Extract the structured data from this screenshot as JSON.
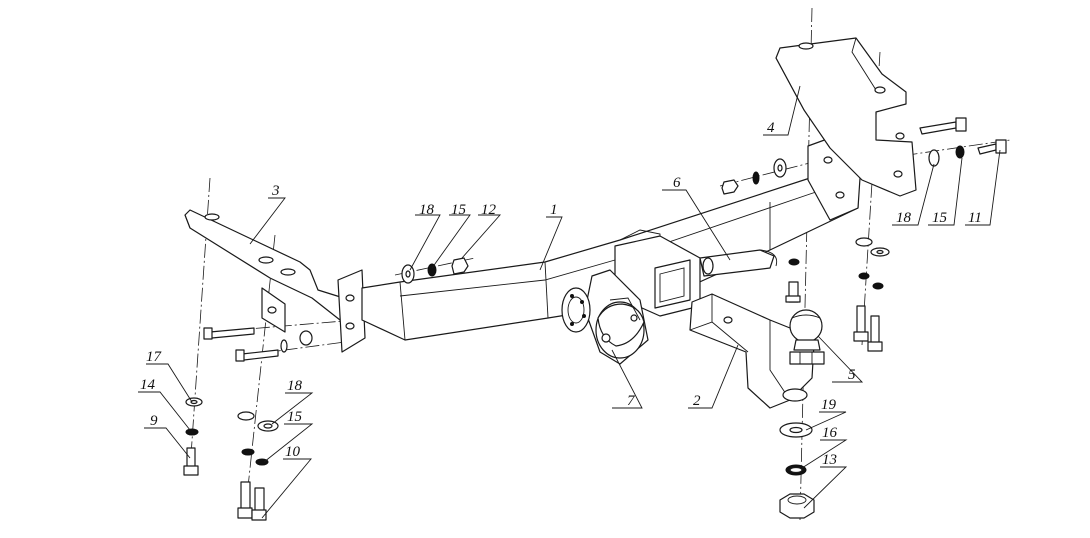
{
  "diagram": {
    "callouts": [
      {
        "id": "c1",
        "label": "1"
      },
      {
        "id": "c2",
        "label": "2"
      },
      {
        "id": "c3",
        "label": "3"
      },
      {
        "id": "c4",
        "label": "4"
      },
      {
        "id": "c5",
        "label": "5"
      },
      {
        "id": "c6",
        "label": "6"
      },
      {
        "id": "c7",
        "label": "7"
      },
      {
        "id": "c9",
        "label": "9"
      },
      {
        "id": "c10",
        "label": "10"
      },
      {
        "id": "c11",
        "label": "11"
      },
      {
        "id": "c12",
        "label": "12"
      },
      {
        "id": "c13",
        "label": "13"
      },
      {
        "id": "c14",
        "label": "14"
      },
      {
        "id": "c15a",
        "label": "15"
      },
      {
        "id": "c15b",
        "label": "15"
      },
      {
        "id": "c15c",
        "label": "15"
      },
      {
        "id": "c16",
        "label": "16"
      },
      {
        "id": "c17",
        "label": "17"
      },
      {
        "id": "c18a",
        "label": "18"
      },
      {
        "id": "c18b",
        "label": "18"
      },
      {
        "id": "c18c",
        "label": "18"
      },
      {
        "id": "c19",
        "label": "19"
      }
    ]
  }
}
